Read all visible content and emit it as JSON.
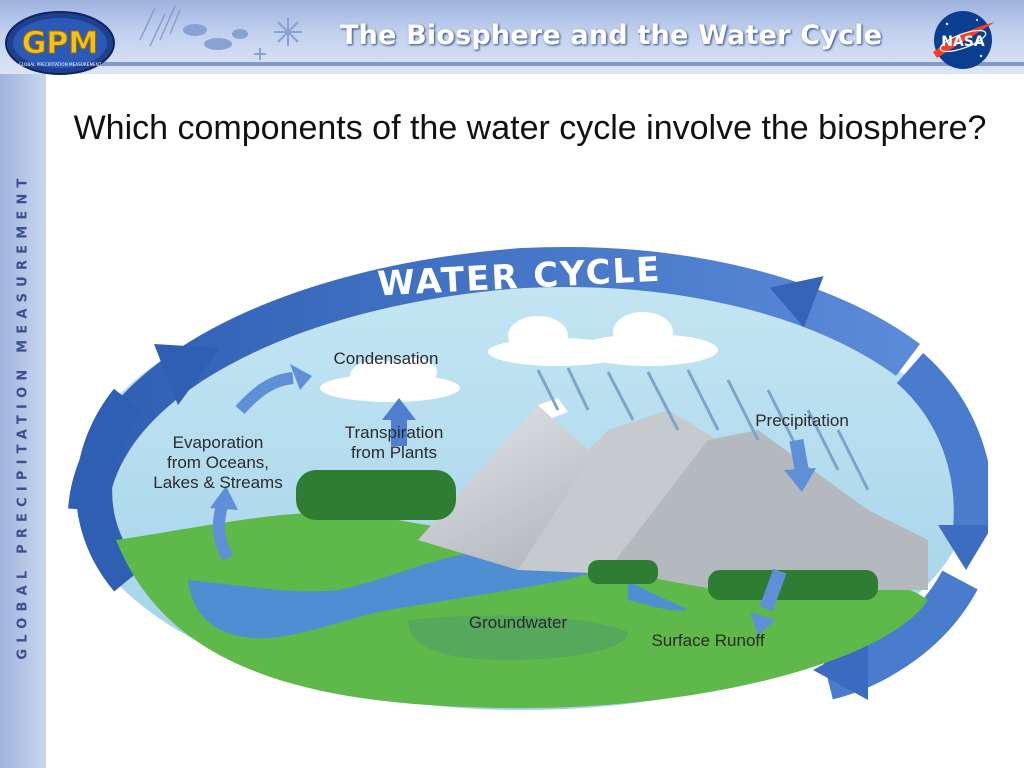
{
  "header": {
    "title": "The Biosphere and the Water Cycle",
    "side_text": "GLOBAL PRECIPITATION MEASUREMENT"
  },
  "logos": {
    "gpm": {
      "text": "GPM",
      "subtext": "GLOBAL PRECIPITATION MEASUREMENT"
    },
    "nasa": {
      "text": "NASA"
    }
  },
  "question": "Which components of the water cycle involve the biosphere?",
  "diagram": {
    "title": "WATER CYCLE",
    "labels": {
      "condensation": "Condensation",
      "precipitation": "Precipitation",
      "transpiration_line1": "Transpiration",
      "transpiration_line2": "from Plants",
      "evaporation_line1": "Evaporation",
      "evaporation_line2": "from Oceans,",
      "evaporation_line3": "Lakes & Streams",
      "groundwater": "Groundwater",
      "surface_runoff": "Surface Runoff"
    }
  },
  "colors": {
    "header_blue": "#9eb3de",
    "arrow_blue": "#3f6fc4",
    "sky": "#a9d8ec",
    "grass": "#5fb94a",
    "water": "#4f8ed2",
    "mountain": "#b9bec4"
  }
}
